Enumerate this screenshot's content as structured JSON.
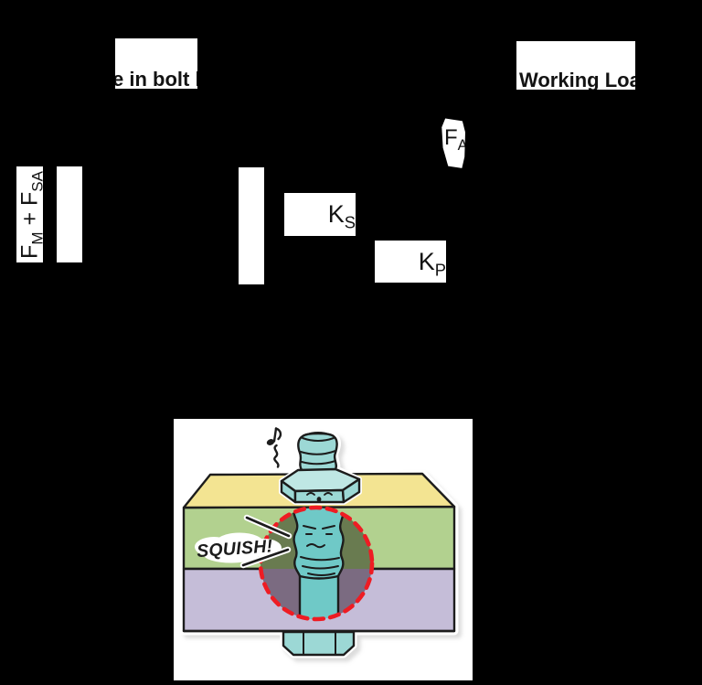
{
  "palette": {
    "background": "#000000",
    "panel": "#ffffff",
    "text": "#131313"
  },
  "labels": {
    "bolt_length_caption": {
      "visible_text": "e in bolt l"
    },
    "working_load_caption": {
      "visible_text": "Working Loa"
    },
    "preload_axis": {
      "f1": "F",
      "sub1": "M",
      "operator": " + ",
      "f2": "F",
      "sub2": "SA"
    },
    "stiffness_screw": {
      "base": "K",
      "sub": "S"
    },
    "stiffness_plate": {
      "base": "K",
      "sub": "P"
    },
    "applied_force": {
      "base": "F",
      "sub": "A"
    }
  },
  "cartoon": {
    "sound_text": "SQUISH!",
    "colors": {
      "sticker": "#ffffff",
      "shadow": "#b9b9b9",
      "outline": "#1c1c1c",
      "plate_top": "#f3e492",
      "plate_upper": "#b2d18f",
      "plate_lower": "#c5bdd8",
      "hole_upper": "#697b50",
      "hole_lower": "#7b6b81",
      "bolt_body": "#9cd8d5",
      "bolt_light": "#bfe7e4",
      "bolt_shank": "#6fc9c7",
      "cutaway_dashed": "#ee1c23"
    }
  }
}
